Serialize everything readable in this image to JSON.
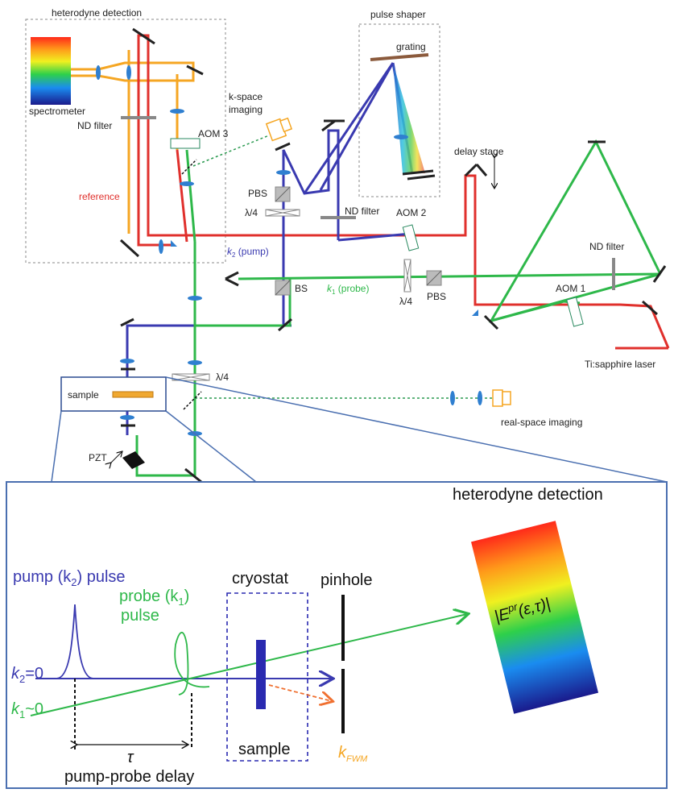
{
  "setup_labels": {
    "heterodyne_box": "heterodyne detection",
    "spectrometer": "spectrometer",
    "nd_filter_1": "ND filter",
    "aom3": "AOM 3",
    "reference": "reference",
    "k_space": "k-space",
    "imaging": "imaging",
    "pulse_shaper": "pulse shaper",
    "grating": "grating",
    "delay_stage": "delay stage",
    "pbs_1": "PBS",
    "lambda4_1": "λ/4",
    "nd_filter_2": "ND filter",
    "aom2": "AOM 2",
    "k2": "k",
    "k2_sub": "2",
    "k2_pump": " (pump)",
    "bs": "BS",
    "k1": "k",
    "k1_sub": "1",
    "k1_probe": " (probe)",
    "lambda4_2": "λ/4",
    "pbs_2": "PBS",
    "nd_filter_3": "ND filter",
    "aom1": "AOM 1",
    "laser": "Ti:sapphire laser",
    "sample": "sample",
    "lambda4_3": "λ/4",
    "real_space": "real-space imaging",
    "pzt": "PZT"
  },
  "inset_labels": {
    "heterodyne": "heterodyne detection",
    "cryostat": "cryostat",
    "pinhole": "pinhole",
    "pump_pulse_a": "pump (k",
    "pump_pulse_sub": "2",
    "pump_pulse_b": ") pulse",
    "probe_a": "probe (k",
    "probe_sub": "1",
    "probe_b": ")",
    "probe_pulse": "pulse",
    "k2_zero_a": "k",
    "k2_zero_sub": "2",
    "k2_zero_b": "=0",
    "k1_zero_a": "k",
    "k1_zero_sub": "1",
    "k1_zero_b": "~0",
    "tau": "τ",
    "delay": "pump-probe delay",
    "sample": "sample",
    "kfwm": "k",
    "kfwm_sub": "FWM",
    "signal_a": "|E",
    "signal_sup": "pr",
    "signal_b": "(ε,τ)|"
  },
  "colors": {
    "pump": "#3a3ab0",
    "probe": "#2eb84a",
    "reference": "#e0302c",
    "detection": "#f5a623",
    "fwm": "#f07030",
    "inset_frame": "#4a6fb0"
  }
}
